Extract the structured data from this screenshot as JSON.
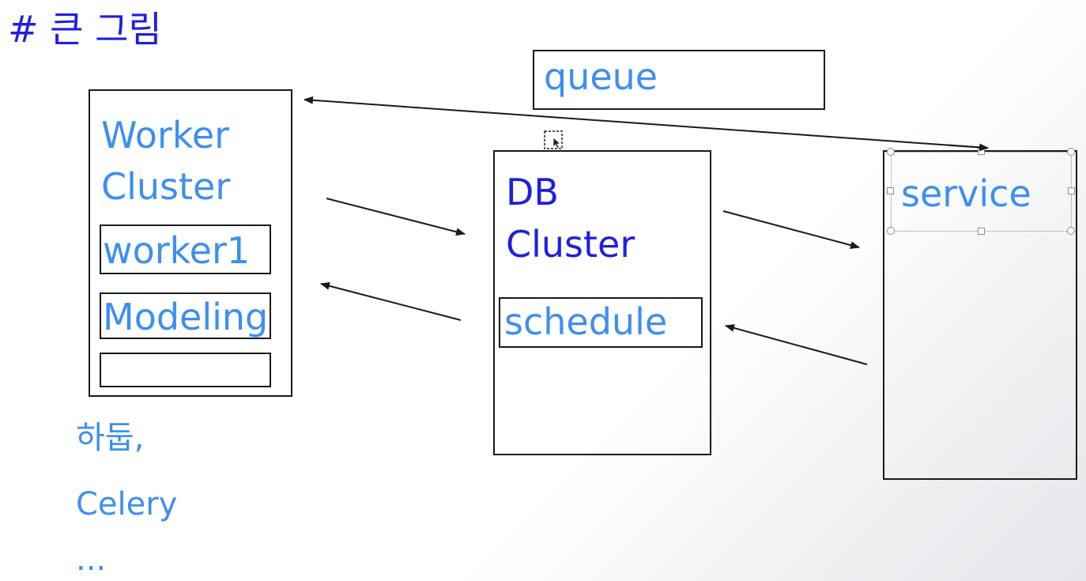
{
  "title": "# 큰 그림",
  "colors": {
    "title": "#1f1fe0",
    "label_light": "#3d8ff0",
    "label_dark": "#1f1fe0",
    "stroke": "#1a1a1a"
  },
  "worker_cluster": {
    "title_line1": "Worker",
    "title_line2": "Cluster",
    "item1": "worker1",
    "item2": "Modeling",
    "item3": ""
  },
  "note": {
    "line1": "하둡,",
    "line2": "Celery",
    "line3": "..."
  },
  "queue": {
    "label": "queue"
  },
  "db_cluster": {
    "title_line1": "DB",
    "title_line2": "Cluster",
    "item1": "schedule"
  },
  "service": {
    "label": "service"
  },
  "icons": {
    "cursor": "cursor-select-icon"
  }
}
